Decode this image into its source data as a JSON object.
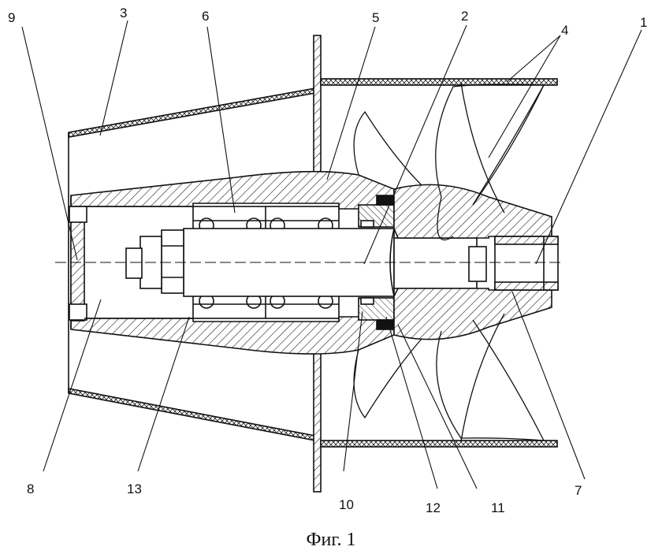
{
  "caption": "Фиг. 1",
  "callouts": {
    "c1": "1",
    "c2": "2",
    "c3": "3",
    "c4": "4",
    "c5": "5",
    "c6": "6",
    "c7": "7",
    "c8": "8",
    "c9": "9",
    "c10": "10",
    "c11": "11",
    "c12": "12",
    "c13": "13"
  }
}
